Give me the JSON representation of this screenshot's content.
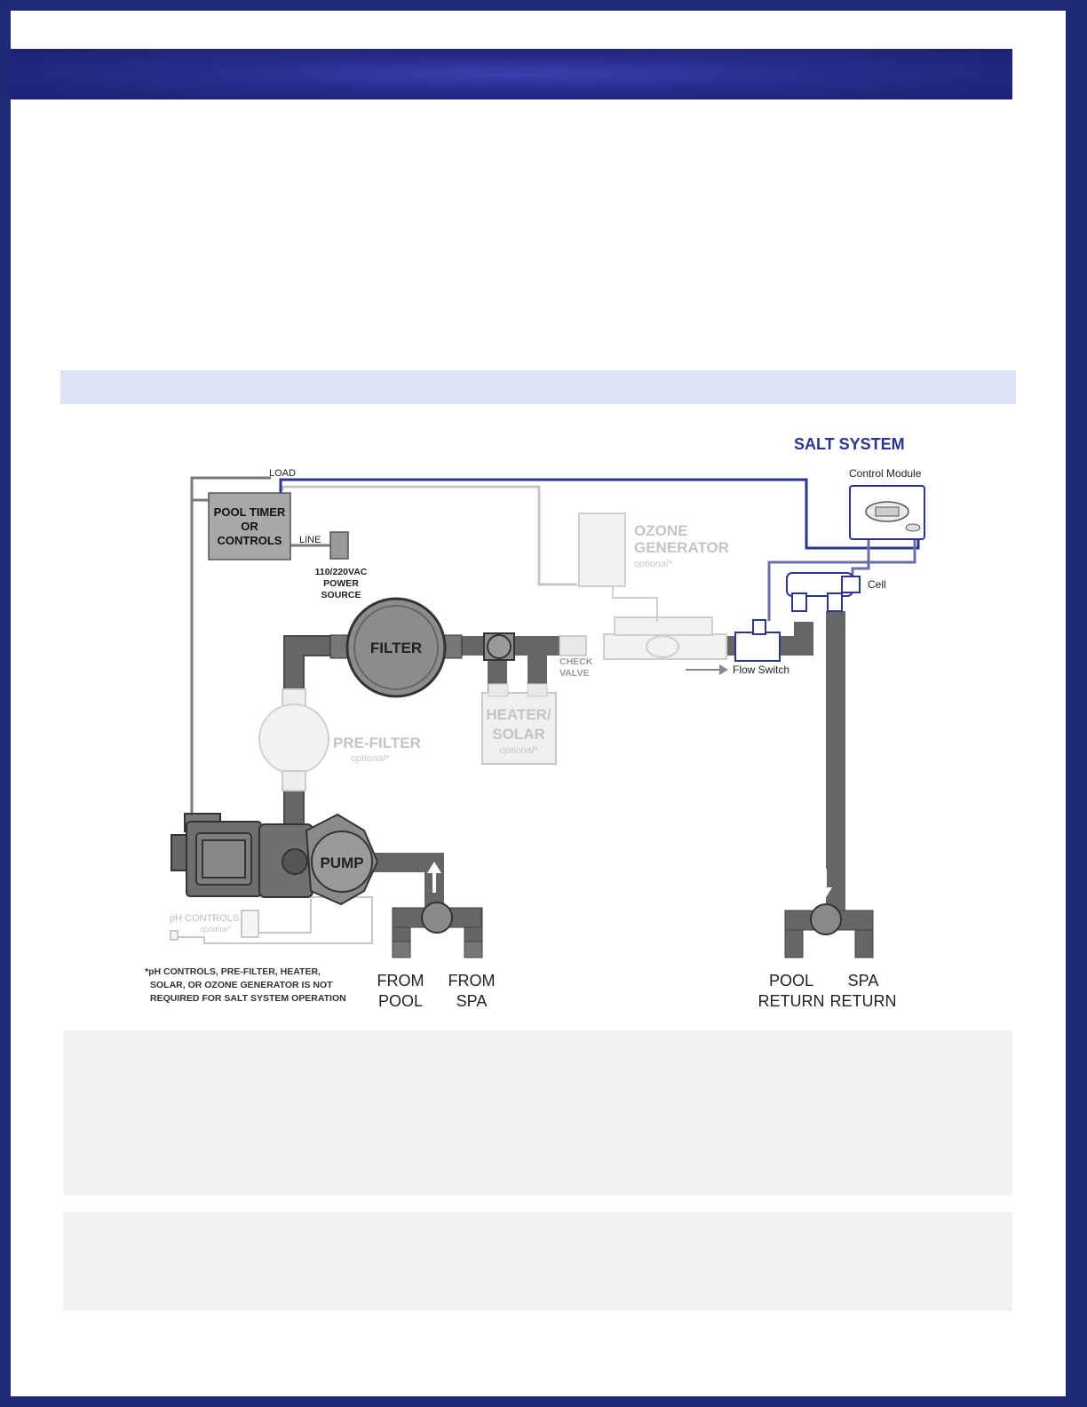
{
  "diagram": {
    "salt_system": "SALT SYSTEM",
    "control_module": "Control Module",
    "cell": "Cell",
    "flow_switch": "Flow Switch",
    "load": "LOAD",
    "line": "LINE",
    "pool_timer": [
      "POOL TIMER",
      "OR",
      "CONTROLS"
    ],
    "power_source": [
      "110/220VAC",
      "POWER",
      "SOURCE"
    ],
    "ozone": [
      "OZONE",
      "GENERATOR"
    ],
    "optional": "optional*",
    "filter": "FILTER",
    "check_valve": [
      "CHECK",
      "VALVE"
    ],
    "heater": [
      "HEATER/",
      "SOLAR"
    ],
    "prefilter": "PRE-FILTER",
    "pump": "PUMP",
    "ph_controls": "pH CONTROLS",
    "footnote": [
      "*pH CONTROLS, PRE-FILTER, HEATER,",
      "SOLAR, OR OZONE GENERATOR IS NOT",
      "REQUIRED FOR SALT SYSTEM OPERATION"
    ],
    "from_pool": [
      "FROM",
      "POOL"
    ],
    "from_spa": [
      "FROM",
      "SPA"
    ],
    "pool_return": [
      "POOL",
      "RETURN"
    ],
    "spa_return": [
      "SPA",
      "RETURN"
    ]
  }
}
